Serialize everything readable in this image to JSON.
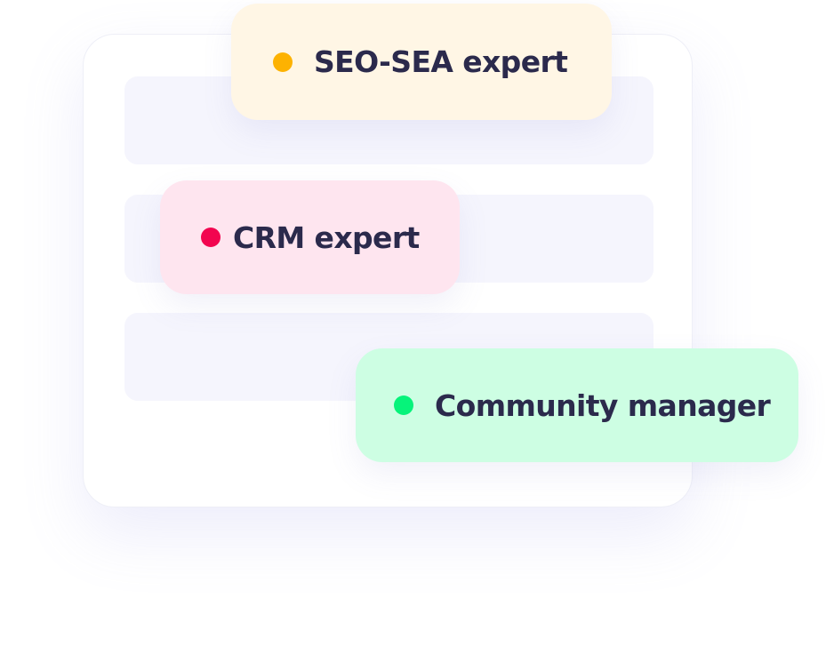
{
  "tags": [
    {
      "label": "SEO-SEA expert",
      "background": "#fff6e5",
      "dot_color": "#fdb201"
    },
    {
      "label": "CRM expert",
      "background": "#fee5ef",
      "dot_color": "#f2054f"
    },
    {
      "label": "Community manager",
      "background": "#cdfee3",
      "dot_color": "#06f37a"
    }
  ],
  "colors": {
    "card_background": "#ffffff",
    "card_border": "#eeeff7",
    "row_background": "#f5f5fd",
    "text": "#2b2a4c"
  }
}
